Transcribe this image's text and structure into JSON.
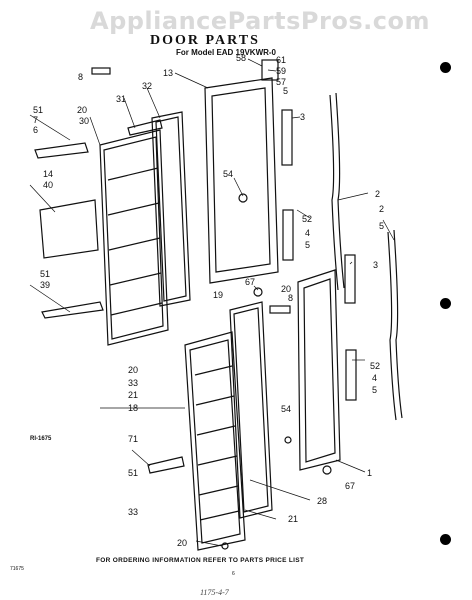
{
  "watermark": "AppliancePartsPros.com",
  "title": "DOOR PARTS",
  "model": "For Model EAD 19VKWR-0",
  "footer": "FOR ORDERING INFORMATION REFER TO PARTS PRICE LIST",
  "ri_code": "RI-1675",
  "bottom_code": "71675",
  "page_number": "6",
  "handwritten": "1175-4-7",
  "callouts": {
    "c58": "58",
    "c61": "61",
    "c59": "59",
    "c57": "57",
    "c5a": "5",
    "c8a": "8",
    "c13": "13",
    "c32": "32",
    "c31": "31",
    "c20a": "20",
    "c30": "30",
    "c51a": "51",
    "c7": "7",
    "c6": "6",
    "c3a": "3",
    "c54a": "54",
    "c14": "14",
    "c40": "40",
    "c2": "2",
    "c52a": "52",
    "c4a": "4",
    "c5b": "5",
    "c2b": "2",
    "c5c": "5",
    "c3b": "3",
    "c51b": "51",
    "c39": "39",
    "c67a": "67",
    "c19": "19",
    "c20b": "20",
    "c8b": "8",
    "c20c": "20",
    "c33a": "33",
    "c21a": "21",
    "c18": "18",
    "c52b": "52",
    "c4b": "4",
    "c5d": "5",
    "c54b": "54",
    "c1": "1",
    "c67b": "67",
    "c71": "71",
    "c51c": "51",
    "c33b": "33",
    "c28": "28",
    "c21b": "21",
    "c20d": "20"
  }
}
